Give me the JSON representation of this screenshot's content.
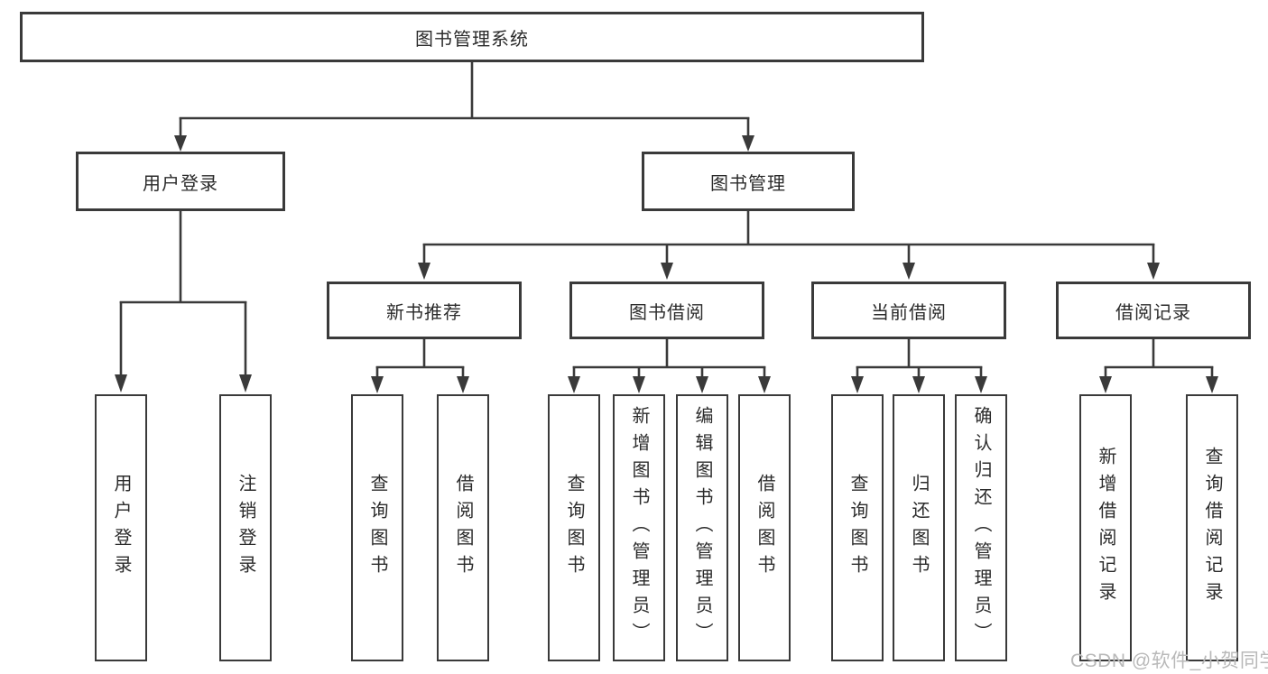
{
  "diagram": {
    "root": {
      "label": "图书管理系统"
    },
    "branches": [
      {
        "label": "用户登录",
        "children": [
          {
            "label": "用户登录"
          },
          {
            "label": "注销登录"
          }
        ]
      },
      {
        "label": "图书管理",
        "children": [
          {
            "label": "新书推荐",
            "children": [
              {
                "label": "查询图书"
              },
              {
                "label": "借阅图书"
              }
            ]
          },
          {
            "label": "图书借阅",
            "children": [
              {
                "label": "查询图书"
              },
              {
                "label": "新增图书（管理员）"
              },
              {
                "label": "编辑图书（管理员）"
              },
              {
                "label": "借阅图书"
              }
            ]
          },
          {
            "label": "当前借阅",
            "children": [
              {
                "label": "查询图书"
              },
              {
                "label": "归还图书"
              },
              {
                "label": "确认归还（管理员）"
              }
            ]
          },
          {
            "label": "借阅记录",
            "children": [
              {
                "label": "新增借阅记录"
              },
              {
                "label": "查询借阅记录"
              }
            ]
          }
        ]
      }
    ]
  },
  "watermark": {
    "text": "CSDN @软件_小贺同学"
  },
  "colors": {
    "line": "#3a3a3a",
    "box_border": "#3a3a3a",
    "text": "#2b2b2b",
    "watermark": "#b9b9b9",
    "background": "#ffffff"
  }
}
